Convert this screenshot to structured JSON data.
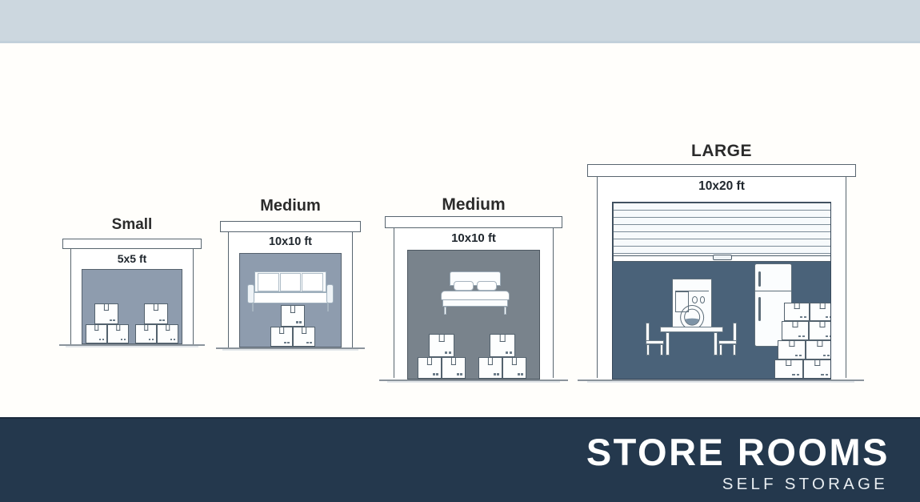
{
  "page": {
    "background_color": "#fffefb",
    "top_band_color": "#ccd7df",
    "footer_color": "#24384d"
  },
  "footer": {
    "logo_primary": "STORE ROOMS",
    "logo_secondary": "SELF STORAGE"
  },
  "units": [
    {
      "id": "small",
      "title": "Small",
      "dimensions": "5x5 ft",
      "interior_color": "#8e9cae",
      "contents": [
        "boxes"
      ],
      "box_count": 6
    },
    {
      "id": "medium-sofa",
      "title": "Medium",
      "dimensions": "10x10 ft",
      "interior_color": "#8e9cae",
      "contents": [
        "sofa",
        "boxes"
      ],
      "box_count": 3
    },
    {
      "id": "medium-bed",
      "title": "Medium",
      "dimensions": "10x10 ft",
      "interior_color": "#79838c",
      "contents": [
        "bed",
        "boxes"
      ],
      "box_count": 6
    },
    {
      "id": "large",
      "title": "LARGE",
      "dimensions": "10x20 ft",
      "interior_color": "#4a6279",
      "contents": [
        "roller-door",
        "washing-machine",
        "refrigerator",
        "table",
        "chairs",
        "boxes"
      ],
      "box_count": 8
    }
  ]
}
